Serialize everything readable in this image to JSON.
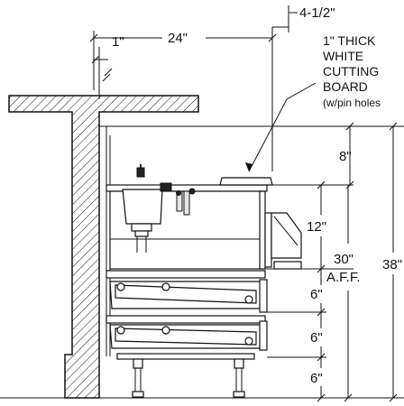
{
  "dimensions": {
    "overall_width": "24\"",
    "offset_right": "4-1/2\"",
    "offset_left": "1\"",
    "top_gap": "8\"",
    "board_to_shelf": "12\"",
    "height_aff": "30\"",
    "aff_label": "A.F.F.",
    "overall_height": "38\"",
    "drawer_1": "6\"",
    "drawer_2": "6\"",
    "legs": "6\""
  },
  "callout": {
    "line1": "1\" THICK",
    "line2": "WHITE",
    "line3": "CUTTING",
    "line4": "BOARD",
    "line5": "(w/pin holes"
  }
}
